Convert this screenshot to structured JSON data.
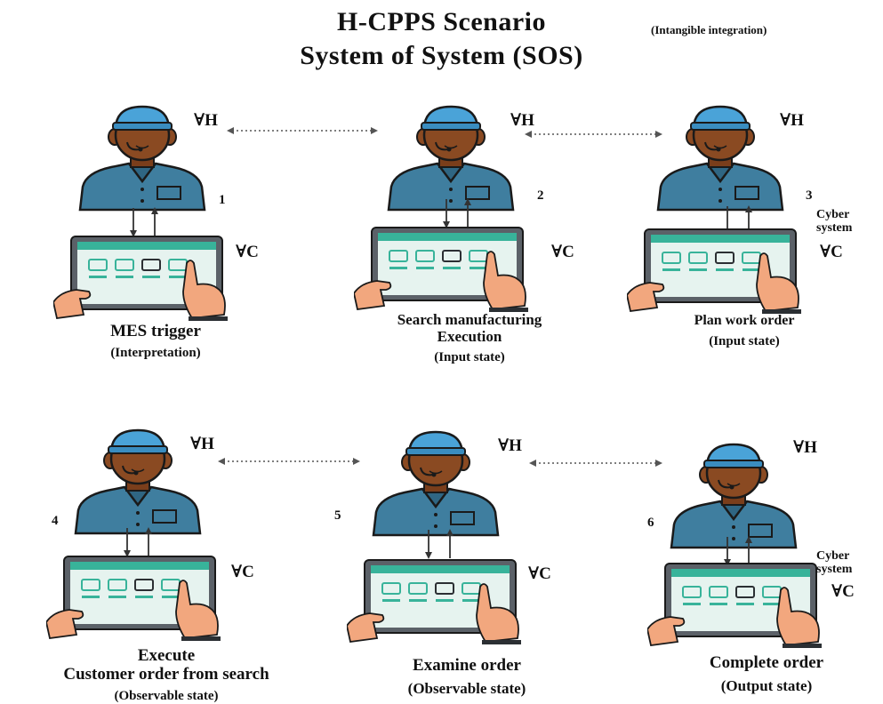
{
  "header": {
    "title_line1": "H-CPPS Scenario",
    "title_line2": "System of System (SOS)",
    "note": "(Intangible integration)"
  },
  "symbols": {
    "human": "∀H",
    "cyber": "∀C"
  },
  "colors": {
    "skin": "#8a4a22",
    "cap": "#4aa3d8",
    "shirt": "#3f7e9f",
    "outline": "#1a1a1a",
    "tablet_frame": "#5b6168",
    "screen": "#e6f3ef",
    "accent": "#38b39a",
    "hand": "#f2a77e"
  },
  "nodes": [
    {
      "number": "1",
      "cyber_label": "",
      "caption_lines": [
        "MES trigger"
      ],
      "state": "(Interpretation)"
    },
    {
      "number": "2",
      "cyber_label": "",
      "caption_lines": [
        "Search manufacturing",
        "Execution"
      ],
      "state": "(Input state)"
    },
    {
      "number": "3",
      "cyber_label": "Cyber system",
      "caption_lines": [
        "Plan work order"
      ],
      "state": "(Input state)"
    },
    {
      "number": "4",
      "cyber_label": "",
      "caption_lines": [
        "Execute",
        "Customer order from search"
      ],
      "state": "(Observable state)"
    },
    {
      "number": "5",
      "cyber_label": "",
      "caption_lines": [
        "Examine order"
      ],
      "state": "(Observable state)"
    },
    {
      "number": "6",
      "cyber_label": "Cyber system",
      "caption_lines": [
        "Complete order"
      ],
      "state": "(Output state)"
    }
  ]
}
